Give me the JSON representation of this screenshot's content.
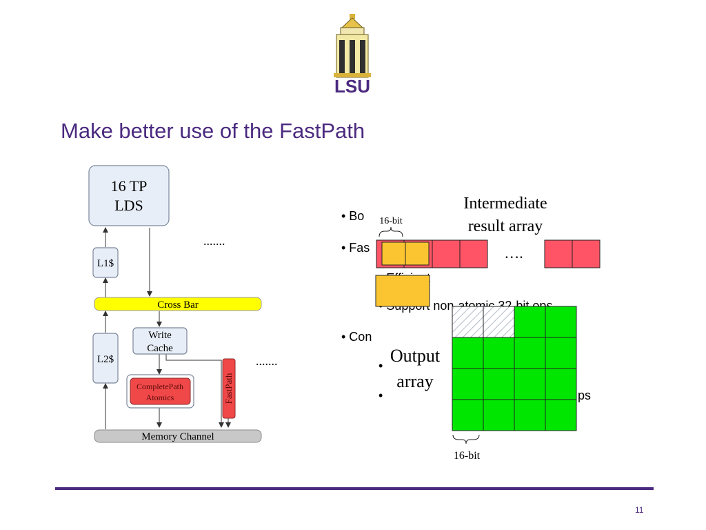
{
  "slide": {
    "title": "Make better use of the FastPath",
    "page_number": "11",
    "logo_text": "LSU"
  },
  "bullets": {
    "b1": "• Bo",
    "b2": "• Fas",
    "b3": "• Efficient",
    "b4": "• Support non-atomic 32-bit ops",
    "b5": "• Con",
    "b6": "•",
    "b7": "•",
    "b8_tail": "ps"
  },
  "arch": {
    "lds_line1": "16 TP",
    "lds_line2": "LDS",
    "l1": "L1$",
    "l2": "L2$",
    "crossbar": "Cross Bar",
    "write_cache_line1": "Write",
    "write_cache_line2": "Cache",
    "complete_line1": "CompletePath",
    "complete_line2": "Atomics",
    "fastpath": "FastPath",
    "memory": "Memory Channel",
    "dots_top": ".......",
    "dots_right": "......."
  },
  "arrays": {
    "intermediate_line1": "Intermediate",
    "intermediate_line2": "result array",
    "top_brace_label": "16-bit",
    "ellipsis": "….",
    "output_line1": "Output",
    "output_line2": "array",
    "bottom_brace_label": "16-bit"
  },
  "colors": {
    "purple": "#4b2a7f",
    "crossbar_yellow": "#ffff00",
    "atomics_red": "#f04848",
    "inter_red": "#ff5466",
    "inter_yellow": "#fbc531",
    "output_green": "#00e600",
    "box_fill": "#e8eef7",
    "memory_gray": "#c8c8c8"
  }
}
